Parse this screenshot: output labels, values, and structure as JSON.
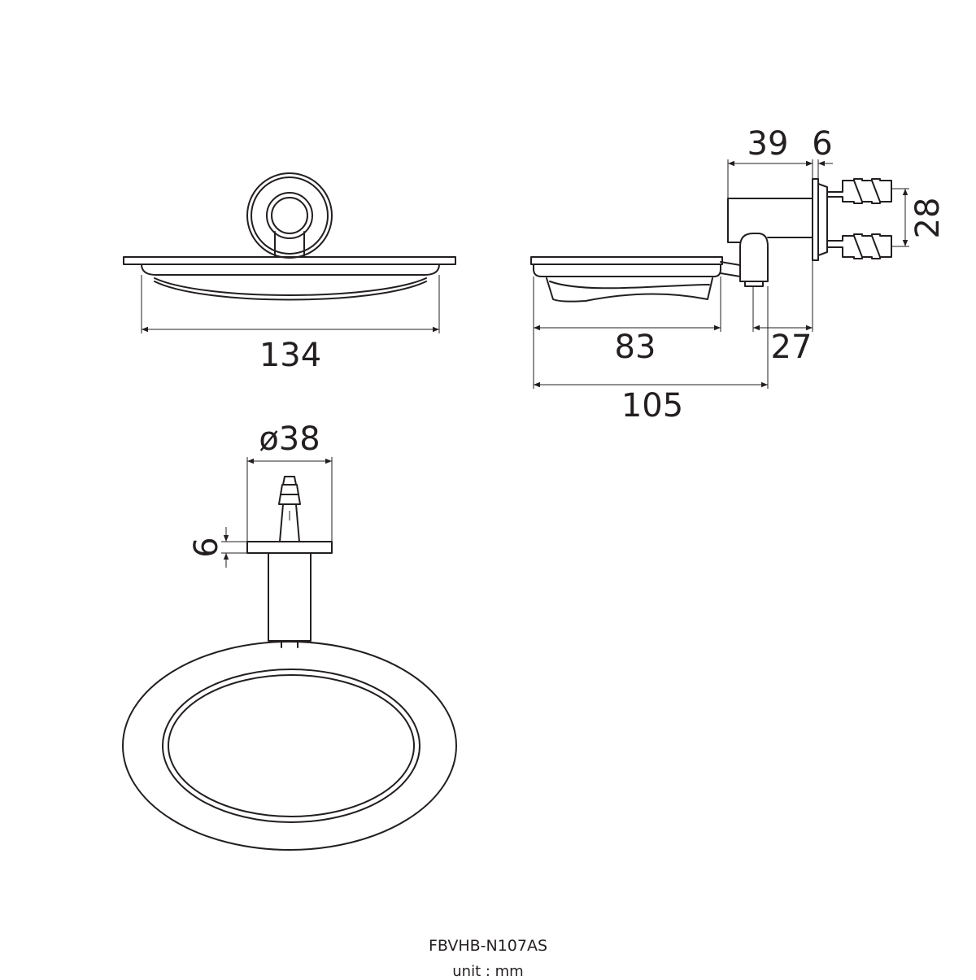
{
  "dimensions": {
    "front_width": "134",
    "side_length": "39",
    "side_plate": "6",
    "side_height": "28",
    "side_dish": "83",
    "side_arm": "27",
    "side_total": "105",
    "top_diameter": "ø38",
    "top_plate": "6"
  },
  "footer": {
    "model": "FBVHB-N107AS",
    "unit": "unit : mm"
  }
}
